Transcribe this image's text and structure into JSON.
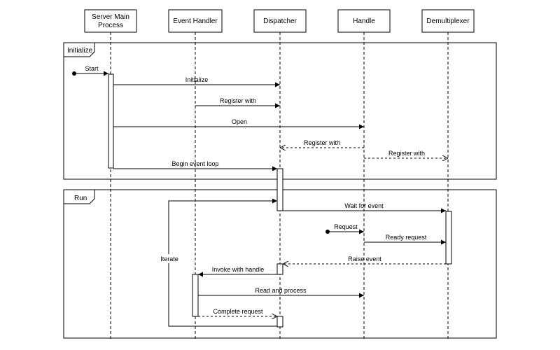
{
  "participants": [
    {
      "id": "server",
      "label_lines": [
        "Server Main",
        "Process"
      ]
    },
    {
      "id": "event_handler",
      "label_lines": [
        "Event Handler"
      ]
    },
    {
      "id": "dispatcher",
      "label_lines": [
        "Dispatcher"
      ]
    },
    {
      "id": "handle",
      "label_lines": [
        "Handle"
      ]
    },
    {
      "id": "demux",
      "label_lines": [
        "Demultiplexer"
      ]
    }
  ],
  "frames": [
    {
      "id": "initialize",
      "label": "Initialize"
    },
    {
      "id": "run",
      "label": "Run"
    }
  ],
  "messages": [
    {
      "id": "start",
      "label": "Start",
      "from": "found",
      "to": "server",
      "style": "sync"
    },
    {
      "id": "initialize",
      "label": "Initialize",
      "from": "server",
      "to": "dispatcher",
      "style": "sync"
    },
    {
      "id": "register_eh",
      "label": "Register with",
      "from": "event_handler",
      "to": "dispatcher",
      "style": "sync"
    },
    {
      "id": "open",
      "label": "Open",
      "from": "server",
      "to": "handle",
      "style": "sync"
    },
    {
      "id": "register_handle",
      "label": "Register with",
      "from": "handle",
      "to": "dispatcher",
      "style": "return"
    },
    {
      "id": "register_demux",
      "label": "Register with",
      "from": "handle",
      "to": "demux",
      "style": "return"
    },
    {
      "id": "begin_loop",
      "label": "Begin event loop",
      "from": "server",
      "to": "dispatcher",
      "style": "sync"
    },
    {
      "id": "wait_event",
      "label": "Wait for event",
      "from": "dispatcher",
      "to": "demux",
      "style": "sync"
    },
    {
      "id": "request",
      "label": "Request",
      "from": "found",
      "to": "handle",
      "style": "sync"
    },
    {
      "id": "ready_request",
      "label": "Ready request",
      "from": "handle",
      "to": "demux",
      "style": "sync"
    },
    {
      "id": "raise_event",
      "label": "Raise event",
      "from": "demux",
      "to": "dispatcher",
      "style": "return"
    },
    {
      "id": "invoke_handle",
      "label": "Invoke with handle",
      "from": "dispatcher",
      "to": "event_handler",
      "style": "sync"
    },
    {
      "id": "read_process",
      "label": "Read and process",
      "from": "event_handler",
      "to": "handle",
      "style": "sync"
    },
    {
      "id": "complete_request",
      "label": "Complete request",
      "from": "event_handler",
      "to": "dispatcher",
      "style": "return"
    }
  ],
  "loop": {
    "label": "Iterate"
  }
}
